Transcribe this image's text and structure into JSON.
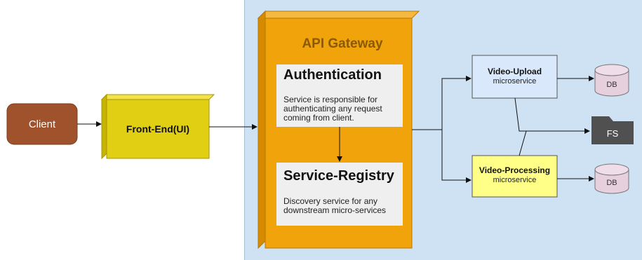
{
  "nodes": {
    "client": {
      "label": "Client"
    },
    "frontend": {
      "label": "Front-End(UI)"
    },
    "gateway": {
      "title": "API Gateway",
      "authentication": {
        "title": "Authentication",
        "description": [
          "Service is responsible for",
          "authenticating any request",
          "coming from client."
        ]
      },
      "service_registry": {
        "title": "Service-Registry",
        "description": [
          "Discovery service for any",
          "downstream micro-services"
        ]
      }
    },
    "video_upload": {
      "title": "Video-Upload",
      "subtitle": "microservice"
    },
    "video_processing": {
      "title": "Video-Processing",
      "subtitle": "microservice"
    },
    "db_upload": {
      "label": "DB"
    },
    "db_processing": {
      "label": "DB"
    },
    "fs": {
      "label": "FS"
    }
  },
  "colors": {
    "client": "#a0522d",
    "frontend": "#e0cf12",
    "gateway": "#f0a30a",
    "background_panel": "#cfe2f3",
    "video_upload": "#dae8fc",
    "video_processing": "#ffff88",
    "db": "#e6d0de",
    "fs": "#505050"
  }
}
